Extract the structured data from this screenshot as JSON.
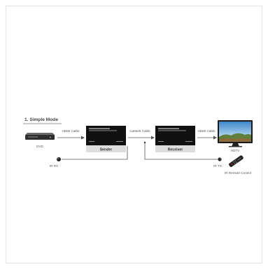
{
  "title": "1. Simple Mode",
  "devices": {
    "source": "DVD",
    "sender": "Sender",
    "receiver": "Receiver",
    "display": "HDTV",
    "ir_rx": "IR RX",
    "ir_tx": "IR TX",
    "remote": "IR Remote Control"
  },
  "cables": {
    "source_to_sender": "HDMI Cable",
    "sender_to_receiver": "Cat5e/6 Cable",
    "receiver_to_display": "HDMI Cable"
  },
  "icons": [
    "dvd-player-icon",
    "tv-icon",
    "remote-control-icon",
    "ir-receiver-icon",
    "ir-transmitter-icon"
  ],
  "colors": {
    "background": "#ffffff",
    "frame": "#e2e2e2",
    "device_box": "#111111",
    "label_strip": "#dddddd",
    "wire": "#555555"
  }
}
